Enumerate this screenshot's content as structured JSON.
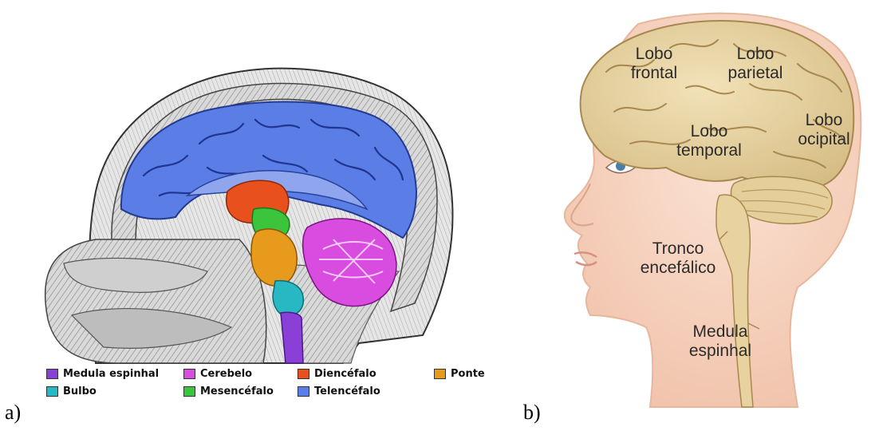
{
  "panels": {
    "a": {
      "letter": "a)"
    },
    "b": {
      "letter": "b)"
    }
  },
  "legend": [
    {
      "label": "Medula espinhal",
      "color": "#8a3fd6"
    },
    {
      "label": "Bulbo",
      "color": "#28b8c4"
    },
    {
      "label": "Cerebelo",
      "color": "#d94ce0"
    },
    {
      "label": "Mesencéfalo",
      "color": "#3cc43c"
    },
    {
      "label": "Diencéfalo",
      "color": "#e8501e"
    },
    {
      "label": "Telencéfalo",
      "color": "#5b7de6"
    },
    {
      "label": "Ponte",
      "color": "#e89a1c"
    }
  ],
  "head_labels": {
    "lobo_frontal": [
      "Lobo",
      "frontal"
    ],
    "lobo_parietal": [
      "Lobo",
      "parietal"
    ],
    "lobo_ocipital": [
      "Lobo",
      "ocipital"
    ],
    "lobo_temporal": [
      "Lobo",
      "temporal"
    ],
    "tronco": [
      "Tronco",
      "encefálico"
    ],
    "medula": [
      "Medula",
      "espinhal"
    ]
  }
}
